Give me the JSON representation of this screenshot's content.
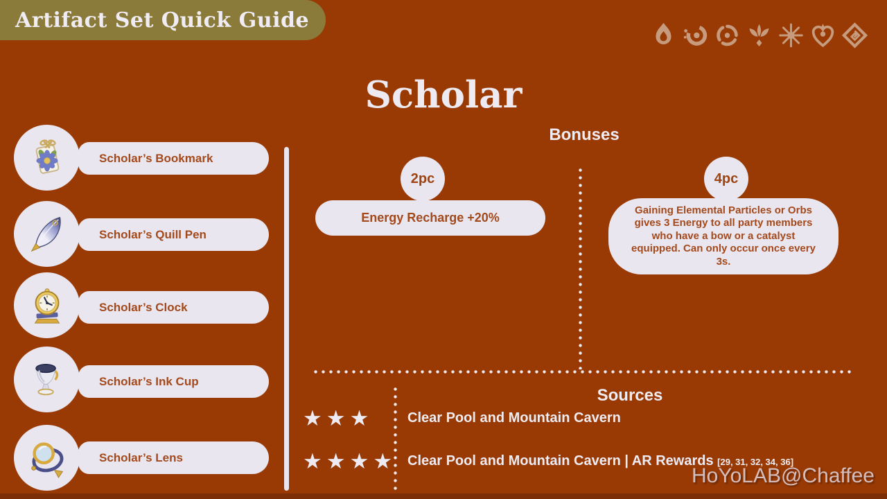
{
  "page": {
    "banner_title": "Artifact Set Quick Guide",
    "set_name": "Scholar",
    "watermark": "HoYoLAB@Chaffee"
  },
  "colors": {
    "background": "#993A05",
    "banner": "#8A7B3B",
    "pill_background": "#E9E6EF",
    "accent_text_brown": "#A3491C",
    "light_text": "#F0ECF3",
    "element_icon_tan": "#C79C7E"
  },
  "element_icons": [
    "pyro",
    "hydro",
    "anemo",
    "electro",
    "cryo",
    "dendro",
    "geo"
  ],
  "artifacts": {
    "items": [
      {
        "label": "Scholar’s Bookmark",
        "icon": "bookmark"
      },
      {
        "label": "Scholar’s Quill Pen",
        "icon": "quill-pen"
      },
      {
        "label": "Scholar’s Clock",
        "icon": "clock"
      },
      {
        "label": "Scholar’s Ink Cup",
        "icon": "ink-cup"
      },
      {
        "label": "Scholar’s Lens",
        "icon": "lens"
      }
    ]
  },
  "bonuses": {
    "heading": "Bonuses",
    "two_piece": {
      "badge": "2pc",
      "text": "Energy Recharge +20%"
    },
    "four_piece": {
      "badge": "4pc",
      "text": "Gaining Elemental Particles or Orbs gives 3 Energy to all party members who have a bow or a catalyst equipped. Can only occur once every 3s."
    }
  },
  "sources": {
    "heading": "Sources",
    "rows": [
      {
        "stars": "★★★",
        "text": "Clear Pool and Mountain Cavern",
        "detail": ""
      },
      {
        "stars": "★★★★",
        "text": "Clear Pool and Mountain Cavern | AR Rewards ",
        "detail": "[29, 31, 32, 34, 36]"
      }
    ]
  }
}
